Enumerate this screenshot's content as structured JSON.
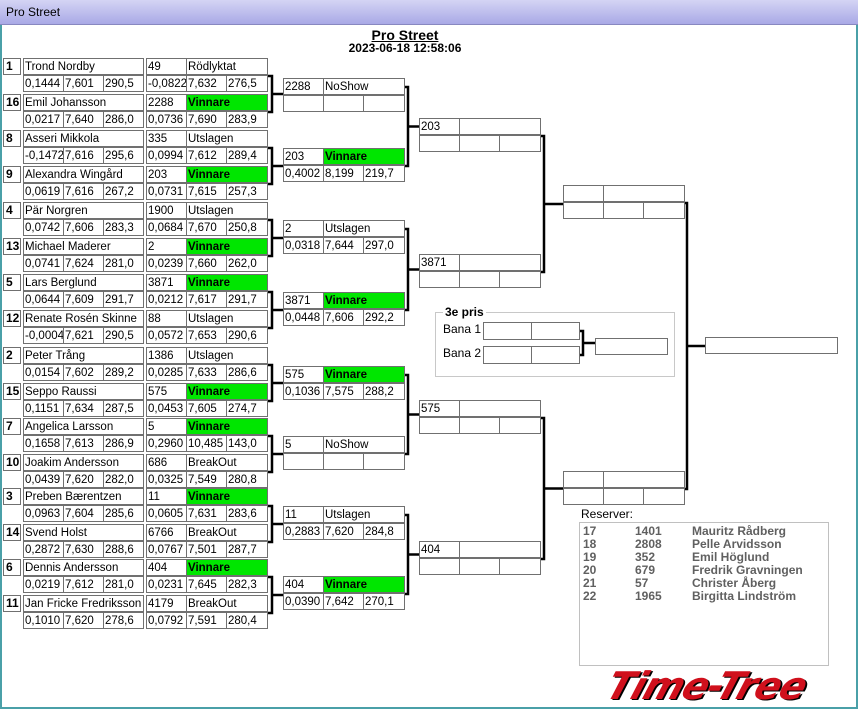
{
  "window": {
    "title": "Pro Street"
  },
  "header": {
    "title": "Pro Street",
    "datetime": "2023-06-18 12:58:06"
  },
  "round1": [
    {
      "seed": "1",
      "name": "Trond Nordby",
      "rt": "0,1444",
      "et": "7,601",
      "speed": "290,5",
      "res": {
        "num": "49",
        "status": "Rödlyktat",
        "rt": "-0,0822",
        "et": "7,632",
        "speed": "276,5"
      }
    },
    {
      "seed": "16",
      "name": "Emil Johansson",
      "rt": "0,0217",
      "et": "7,640",
      "speed": "286,0",
      "res": {
        "num": "2288",
        "status": "Vinnare",
        "rt": "0,0736",
        "et": "7,690",
        "speed": "283,9"
      }
    },
    {
      "seed": "8",
      "name": "Asseri Mikkola",
      "rt": "-0,1472",
      "et": "7,616",
      "speed": "295,6",
      "res": {
        "num": "335",
        "status": "Utslagen",
        "rt": "0,0994",
        "et": "7,612",
        "speed": "289,4"
      }
    },
    {
      "seed": "9",
      "name": "Alexandra Wingård",
      "rt": "0,0619",
      "et": "7,616",
      "speed": "267,2",
      "res": {
        "num": "203",
        "status": "Vinnare",
        "rt": "0,0731",
        "et": "7,615",
        "speed": "257,3"
      }
    },
    {
      "seed": "4",
      "name": "Pär  Norgren",
      "rt": "0,0742",
      "et": "7,606",
      "speed": "283,3",
      "res": {
        "num": "1900",
        "status": "Utslagen",
        "rt": "0,0684",
        "et": "7,670",
        "speed": "250,8"
      }
    },
    {
      "seed": "13",
      "name": "Michael Maderer",
      "rt": "0,0741",
      "et": "7,624",
      "speed": "281,0",
      "res": {
        "num": "2",
        "status": "Vinnare",
        "rt": "0,0239",
        "et": "7,660",
        "speed": "262,0"
      }
    },
    {
      "seed": "5",
      "name": "Lars Berglund",
      "rt": "0,0644",
      "et": "7,609",
      "speed": "291,7",
      "res": {
        "num": "3871",
        "status": "Vinnare",
        "rt": "0,0212",
        "et": "7,617",
        "speed": "291,7"
      }
    },
    {
      "seed": "12",
      "name": "Renate Rosén Skinne",
      "rt": "-0,0004",
      "et": "7,621",
      "speed": "290,5",
      "res": {
        "num": "88",
        "status": "Utslagen",
        "rt": "0,0572",
        "et": "7,653",
        "speed": "290,6"
      }
    },
    {
      "seed": "2",
      "name": "Peter Trång",
      "rt": "0,0154",
      "et": "7,602",
      "speed": "289,2",
      "res": {
        "num": "1386",
        "status": "Utslagen",
        "rt": "0,0285",
        "et": "7,633",
        "speed": "286,6"
      }
    },
    {
      "seed": "15",
      "name": "Seppo Raussi",
      "rt": "0,1151",
      "et": "7,634",
      "speed": "287,5",
      "res": {
        "num": "575",
        "status": "Vinnare",
        "rt": "0,0453",
        "et": "7,605",
        "speed": "274,7"
      }
    },
    {
      "seed": "7",
      "name": "Angelica Larsson",
      "rt": "0,1658",
      "et": "7,613",
      "speed": "286,9",
      "res": {
        "num": "5",
        "status": "Vinnare",
        "rt": "0,2960",
        "et": "10,485",
        "speed": "143,0"
      }
    },
    {
      "seed": "10",
      "name": "Joakim Andersson",
      "rt": "0,0439",
      "et": "7,620",
      "speed": "282,0",
      "res": {
        "num": "686",
        "status": "BreakOut",
        "rt": "0,0325",
        "et": "7,549",
        "speed": "280,8"
      }
    },
    {
      "seed": "3",
      "name": "Preben Bærentzen",
      "rt": "0,0963",
      "et": "7,604",
      "speed": "285,6",
      "res": {
        "num": "11",
        "status": "Vinnare",
        "rt": "0,0605",
        "et": "7,631",
        "speed": "283,6"
      }
    },
    {
      "seed": "14",
      "name": "Svend Holst",
      "rt": "0,2872",
      "et": "7,630",
      "speed": "288,6",
      "res": {
        "num": "6766",
        "status": "BreakOut",
        "rt": "0,0767",
        "et": "7,501",
        "speed": "287,7"
      }
    },
    {
      "seed": "6",
      "name": "Dennis Andersson",
      "rt": "0,0219",
      "et": "7,612",
      "speed": "281,0",
      "res": {
        "num": "404",
        "status": "Vinnare",
        "rt": "0,0231",
        "et": "7,645",
        "speed": "282,3"
      }
    },
    {
      "seed": "11",
      "name": "Jan Fricke Fredriksson",
      "rt": "0,1010",
      "et": "7,620",
      "speed": "278,6",
      "res": {
        "num": "4179",
        "status": "BreakOut",
        "rt": "0,0792",
        "et": "7,591",
        "speed": "280,4"
      }
    }
  ],
  "round2": [
    {
      "num": "2288",
      "status": "NoShow",
      "rt": "",
      "et": "",
      "speed": ""
    },
    {
      "num": "203",
      "status": "Vinnare",
      "rt": "0,4002",
      "et": "8,199",
      "speed": "219,7"
    },
    {
      "num": "2",
      "status": "Utslagen",
      "rt": "0,0318",
      "et": "7,644",
      "speed": "297,0"
    },
    {
      "num": "3871",
      "status": "Vinnare",
      "rt": "0,0448",
      "et": "7,606",
      "speed": "292,2"
    },
    {
      "num": "575",
      "status": "Vinnare",
      "rt": "0,1036",
      "et": "7,575",
      "speed": "288,2"
    },
    {
      "num": "5",
      "status": "NoShow",
      "rt": "",
      "et": "",
      "speed": ""
    },
    {
      "num": "11",
      "status": "Utslagen",
      "rt": "0,2883",
      "et": "7,620",
      "speed": "284,8"
    },
    {
      "num": "404",
      "status": "Vinnare",
      "rt": "0,0390",
      "et": "7,642",
      "speed": "270,1"
    }
  ],
  "round3": [
    {
      "num": "203",
      "status": "",
      "rt": "",
      "et": "",
      "speed": ""
    },
    {
      "num": "3871",
      "status": "",
      "rt": "",
      "et": "",
      "speed": ""
    },
    {
      "num": "575",
      "status": "",
      "rt": "",
      "et": "",
      "speed": ""
    },
    {
      "num": "404",
      "status": "",
      "rt": "",
      "et": "",
      "speed": ""
    }
  ],
  "round4": [
    {
      "num": "",
      "status": "",
      "rt": "",
      "et": "",
      "speed": ""
    },
    {
      "num": "",
      "status": "",
      "rt": "",
      "et": "",
      "speed": ""
    }
  ],
  "final": {
    "winner": ""
  },
  "third_place": {
    "label": "3e pris",
    "lane1_label": "Bana 1",
    "lane2_label": "Bana 2",
    "lane1": [
      "",
      ""
    ],
    "lane2": [
      "",
      ""
    ],
    "winner": ""
  },
  "reserves": {
    "label": "Reserver:",
    "items": [
      {
        "pos": "17",
        "num": "1401",
        "name": "Mauritz Rådberg"
      },
      {
        "pos": "18",
        "num": "2808",
        "name": "Pelle Arvidsson"
      },
      {
        "pos": "19",
        "num": "352",
        "name": "Emil Höglund"
      },
      {
        "pos": "20",
        "num": "679",
        "name": "Fredrik Gravningen"
      },
      {
        "pos": "21",
        "num": "57",
        "name": "Christer Åberg"
      },
      {
        "pos": "22",
        "num": "1965",
        "name": "Birgitta Lindström"
      }
    ]
  },
  "logo": {
    "text": "Time-Tree"
  },
  "colors": {
    "winner": "#00e600",
    "title_bar": "#a9a9e6",
    "logo": "#d0101c"
  }
}
